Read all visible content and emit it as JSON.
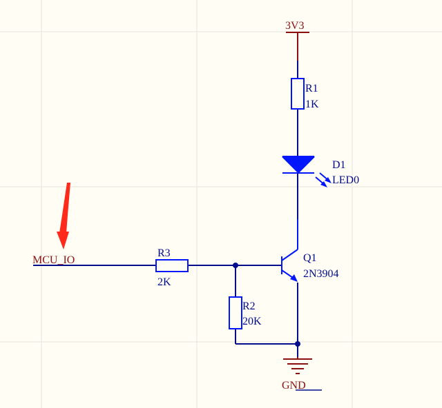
{
  "power": {
    "label": "3V3"
  },
  "ground": {
    "label": "GND"
  },
  "net_label": {
    "text": "MCU_IO"
  },
  "r1": {
    "designator": "R1",
    "value": "1K"
  },
  "d1": {
    "designator": "D1",
    "value": "LED0"
  },
  "q1": {
    "designator": "Q1",
    "value": "2N3904"
  },
  "r3": {
    "designator": "R3",
    "value": "2K"
  },
  "r2": {
    "designator": "R2",
    "value": "20K"
  },
  "colors": {
    "background": "#fffdf4",
    "grid": "#e6e4dc",
    "wire": "#000c8c",
    "component": "#0016ff",
    "power": "#8c1010",
    "arrow": "#ff2a1a"
  }
}
